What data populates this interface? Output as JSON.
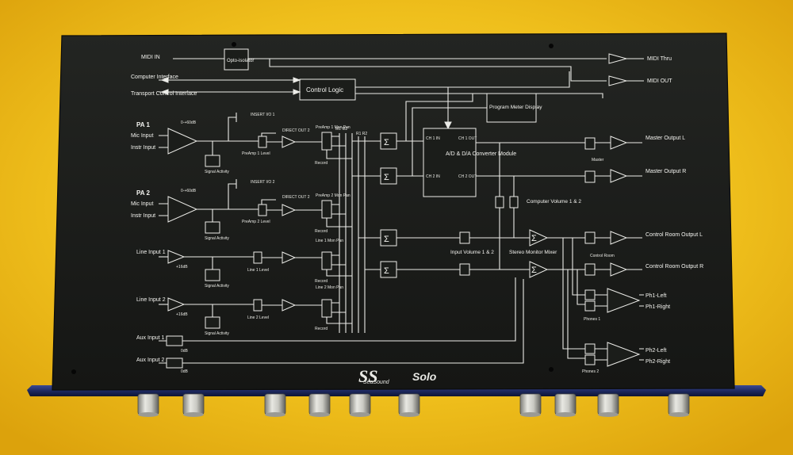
{
  "device": {
    "brand": "SeaSound",
    "logo_initials": "SS",
    "model": "Solo"
  },
  "colors": {
    "background": "#f0c21e",
    "panel": "#1b1d1a",
    "ink": "#ecece8",
    "rail": "#23306e"
  },
  "io_labels": {
    "midi_in": "MIDI IN",
    "computer_interface": "Computer Interface",
    "transport_control": "Transport Control Interface",
    "midi_thru": "MIDI Thru",
    "midi_out": "MIDI OUT"
  },
  "blocks": {
    "opto": "Opto-isolator",
    "control_logic": "Control Logic",
    "meter": "Program Meter Display",
    "converter": "A/D & D/A Converter Module",
    "ch1_in": "CH 1 IN",
    "ch2_in": "CH 2 IN",
    "ch1_out": "CH 1 OUT",
    "ch2_out": "CH 2 OUT",
    "computer_volume": "Computer Volume 1 & 2",
    "input_volume": "Input Volume 1 & 2",
    "stereo_monitor_mixer": "Stereo Monitor Mixer",
    "master": "Master",
    "control_room": "Control Room",
    "phones1": "Phones 1",
    "phones2": "Phones 2"
  },
  "pa1": {
    "title": "PA 1",
    "mic": "Mic Input",
    "instr": "Instr Input",
    "gain": "0-+60dB",
    "insert": "INSERT I/O 1",
    "direct": "DIRECT OUT 2",
    "level": "PreAmp 1 Level",
    "pan": "PreAmp 1 Mon Pan",
    "record": "Record"
  },
  "pa2": {
    "title": "PA 2",
    "mic": "Mic Input",
    "instr": "Instr Input",
    "gain": "0-+60dB",
    "insert": "INSERT I/O 2",
    "direct": "DIRECT OUT 2",
    "level": "PreAmp 2 Level",
    "pan": "PreAmp 2 Mon Pan",
    "record": "Record"
  },
  "line1": {
    "title": "Line Input 1",
    "gain": "+16dB",
    "level": "Line 1 Level",
    "pan": "Line 1 Mon Pan",
    "record": "Record"
  },
  "line2": {
    "title": "Line Input 2",
    "gain": "+16dB",
    "level": "Line 2 Level",
    "pan": "Line 2 Mon Pan",
    "record": "Record"
  },
  "aux1": {
    "title": "Aux Input 1",
    "gain": "0dB"
  },
  "aux2": {
    "title": "Aux Input 2",
    "gain": "0dB"
  },
  "misc": {
    "signal_activity": "Signal Activity"
  },
  "outputs": {
    "master_l": "Master Output L",
    "master_r": "Master Output R",
    "cr_l": "Control Room Output L",
    "cr_r": "Control Room Output R",
    "ph1_left": "Ph1-Left",
    "ph1_right": "Ph1-Right",
    "ph2_left": "Ph2-Left",
    "ph2_right": "Ph2-Right"
  }
}
